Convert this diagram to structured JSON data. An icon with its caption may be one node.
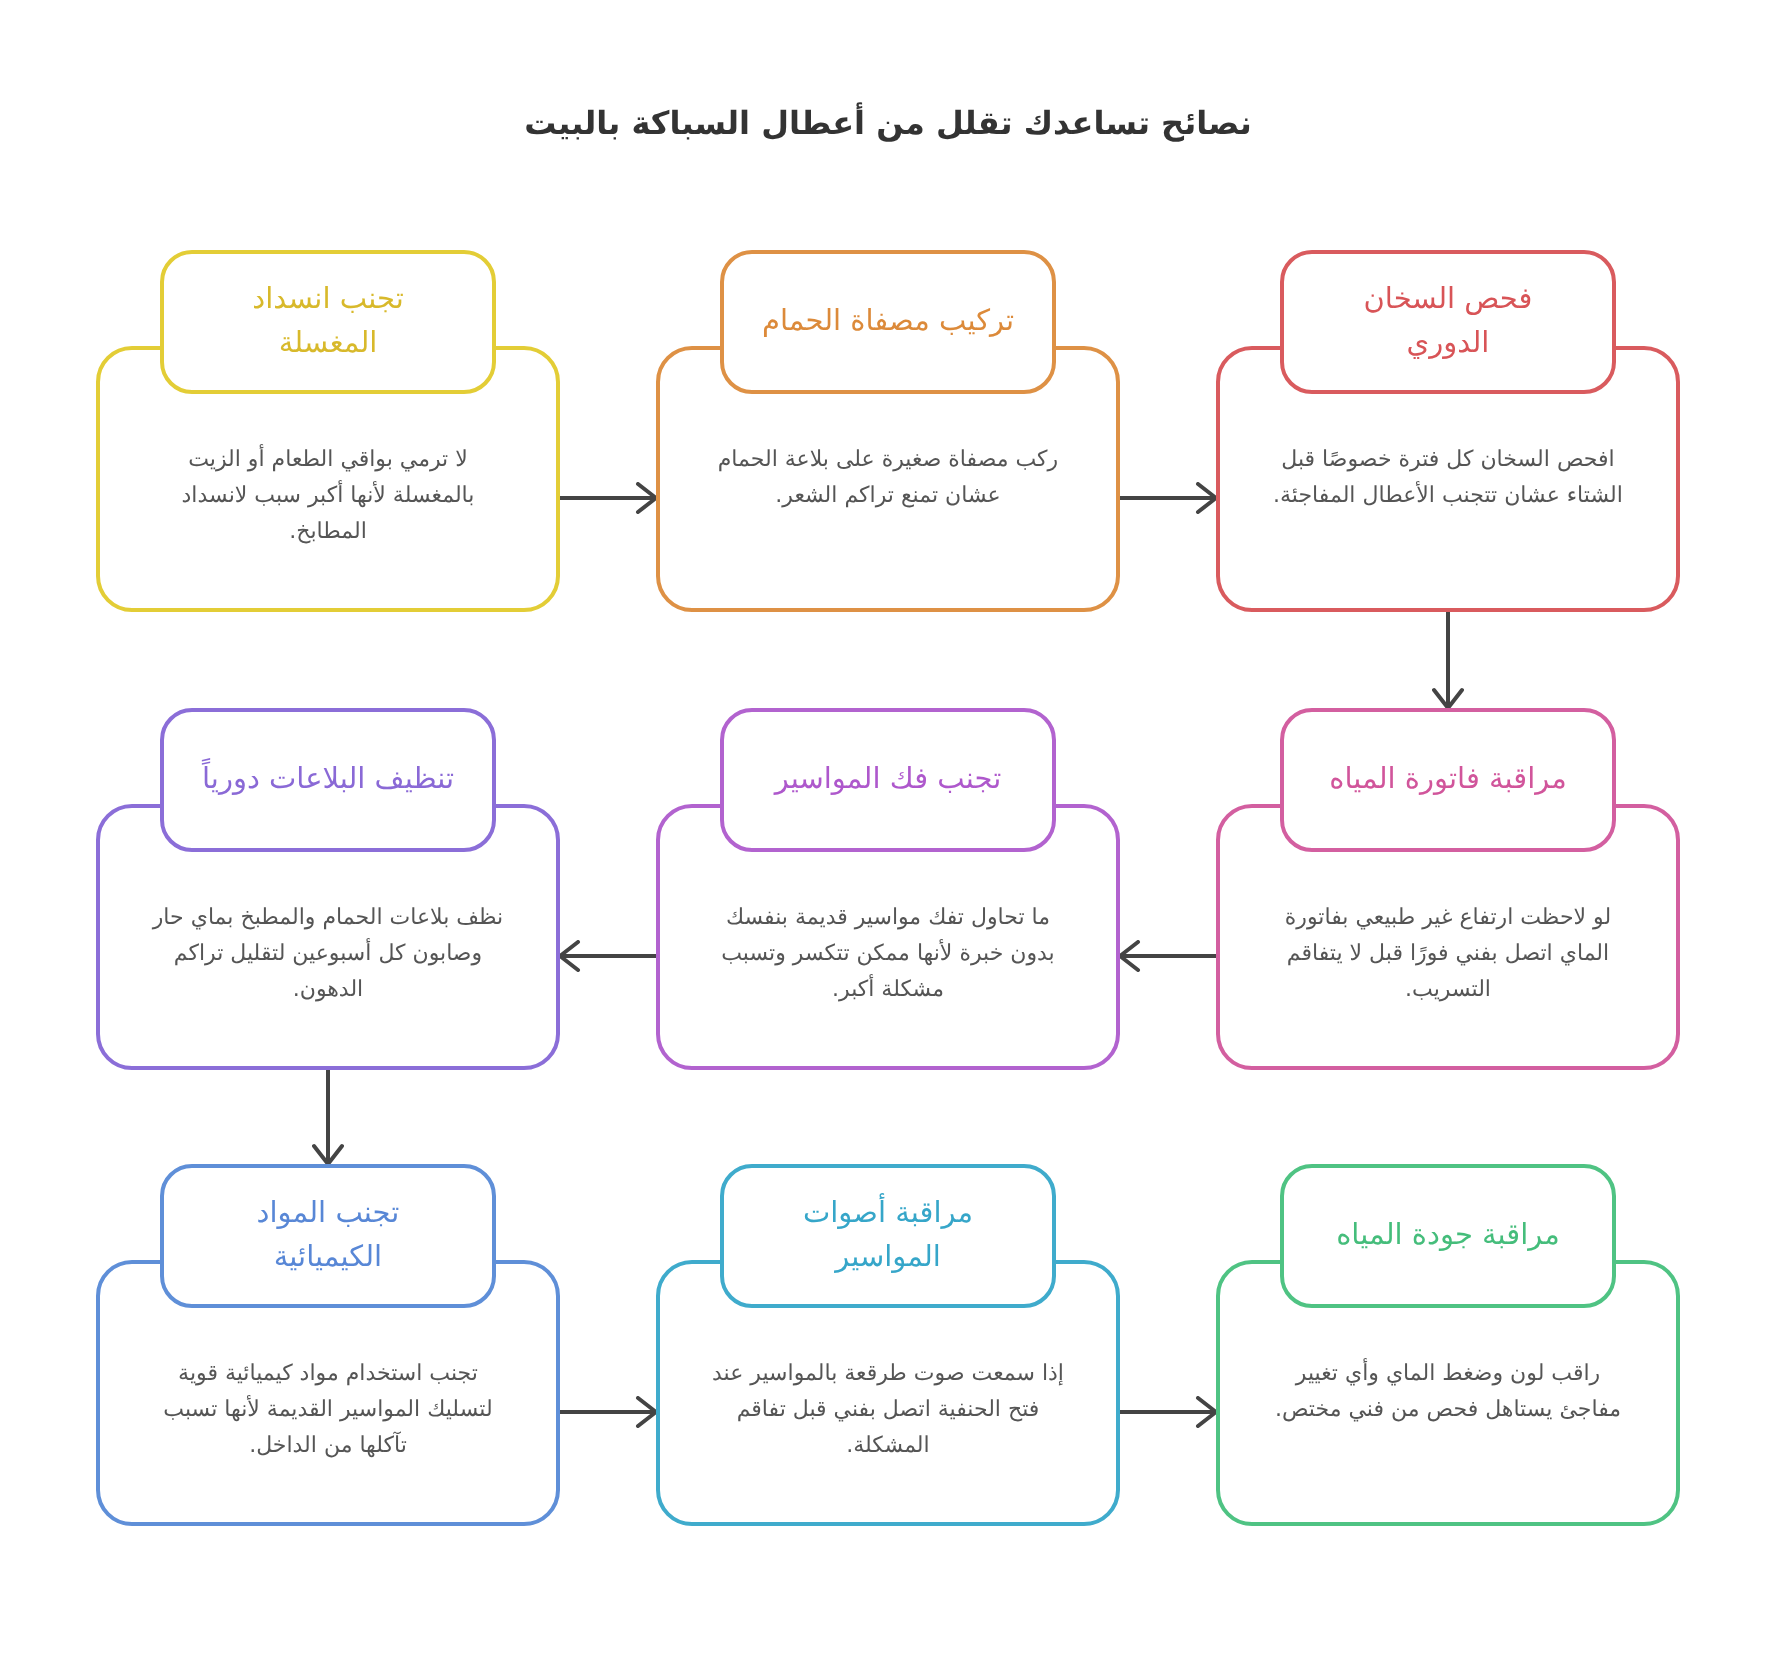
{
  "diagram": {
    "title": "نصائح تساعدك تقلل من أعطال السباكة بالبيت",
    "nodes": [
      {
        "text": [
          "تجنب انسداد المغسلة"
        ]
      },
      {
        "text": [
          "لا ترمي بواقي الطعام أو الزيت بالمغسلة لأنها أكبر سبب لانسداد المطابخ."
        ]
      },
      {
        "text": [
          "تركيب مصفاة الحمام"
        ]
      },
      {
        "text": [
          "ركب مصفاة صغيرة على بلاعة الحمام عشان تمنع تراكم الشعر."
        ]
      },
      {
        "text": [
          "فحص السخان الدوري"
        ]
      },
      {
        "text": [
          "افحص السخان كل فترة خصوصًا قبل الشتاء عشان تتجنب الأعطال المفاجئة."
        ]
      },
      {
        "text": [
          "مراقبة فاتورة المياه"
        ]
      },
      {
        "text": [
          "لو لاحظت ارتفاع غير طبيعي بفاتورة الماي اتصل بفني فورًا قبل لا يتفاقم التسريب."
        ]
      },
      {
        "text": [
          "تجنب فك المواسير"
        ]
      },
      {
        "text": [
          "ما تحاول تفك مواسير قديمة بنفسك بدون خبرة لأنها ممكن تتكسر وتسبب مشكلة أكبر."
        ]
      },
      {
        "text": [
          "تنظيف البلاعات دورياً"
        ]
      },
      {
        "text": [
          "نظف بلاعات الحمام والمطبخ بماي حار وصابون كل أسبوعين لتقليل تراكم الدهون."
        ]
      },
      {
        "text": [
          "تجنب المواد الكيميائية"
        ]
      },
      {
        "text": [
          "تجنب استخدام مواد كيميائية قوية لتسليك المواسير القديمة لأنها تسبب تآكلها من الداخل."
        ]
      },
      {
        "text": [
          "مراقبة أصوات المواسير"
        ]
      },
      {
        "text": [
          "إذا سمعت صوت طرقعة بالمواسير عند فتح الحنفية اتصل بفني قبل تفاقم المشكلة."
        ]
      },
      {
        "text": [
          "مراقبة جودة المياه"
        ]
      },
      {
        "text": [
          "راقب لون وضغط الماي وأي تغيير مفاجئ يستاهل فحص من فني مختص."
        ]
      }
    ],
    "edges": [
      {
        "from": 1,
        "to": 3,
        "arrow": "to"
      },
      {
        "from": 3,
        "to": 5,
        "arrow": "to"
      },
      {
        "from": 5,
        "to": 6,
        "arrow": "to"
      },
      {
        "from": 7,
        "to": 9,
        "arrow": "to"
      },
      {
        "from": 9,
        "to": 11,
        "arrow": "to"
      },
      {
        "from": 11,
        "to": 12,
        "arrow": "to"
      },
      {
        "from": 13,
        "to": 15,
        "arrow": "to"
      },
      {
        "from": 15,
        "to": 17,
        "arrow": "to"
      }
    ]
  }
}
